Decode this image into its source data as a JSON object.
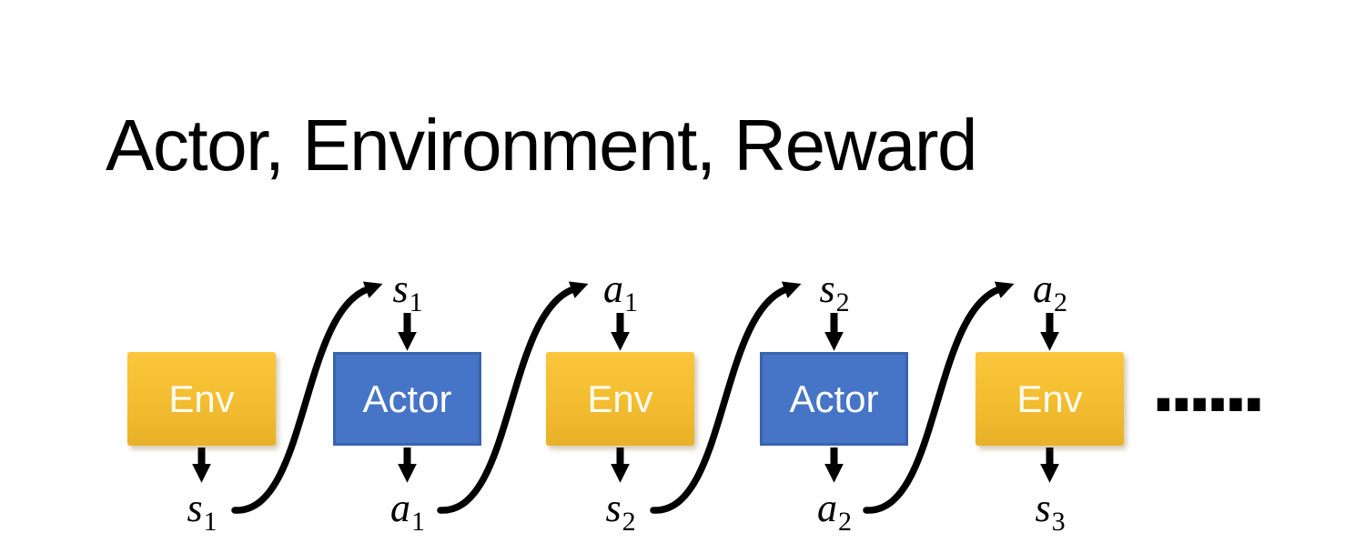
{
  "slide": {
    "title": "Actor, Environment, Reward",
    "ellipsis": "......"
  },
  "diagram": {
    "boxes": [
      {
        "type": "env",
        "label": "Env"
      },
      {
        "type": "actor",
        "label": "Actor"
      },
      {
        "type": "env",
        "label": "Env"
      },
      {
        "type": "actor",
        "label": "Actor"
      },
      {
        "type": "env",
        "label": "Env"
      }
    ],
    "top_labels": [
      {
        "base": "s",
        "sub": "1"
      },
      {
        "base": "a",
        "sub": "1"
      },
      {
        "base": "s",
        "sub": "2"
      },
      {
        "base": "a",
        "sub": "2"
      }
    ],
    "bottom_labels": [
      {
        "base": "s",
        "sub": "1"
      },
      {
        "base": "a",
        "sub": "1"
      },
      {
        "base": "s",
        "sub": "2"
      },
      {
        "base": "a",
        "sub": "2"
      },
      {
        "base": "s",
        "sub": "3"
      }
    ],
    "colors": {
      "env_gradient_top": "#FBC63C",
      "env_gradient_bottom": "#E8B129",
      "env_text": "#FFFDF0",
      "actor_fill": "#4674C6",
      "actor_border": "#3A63AE",
      "actor_text": "#FFFFFF",
      "arrow": "#000000"
    }
  }
}
